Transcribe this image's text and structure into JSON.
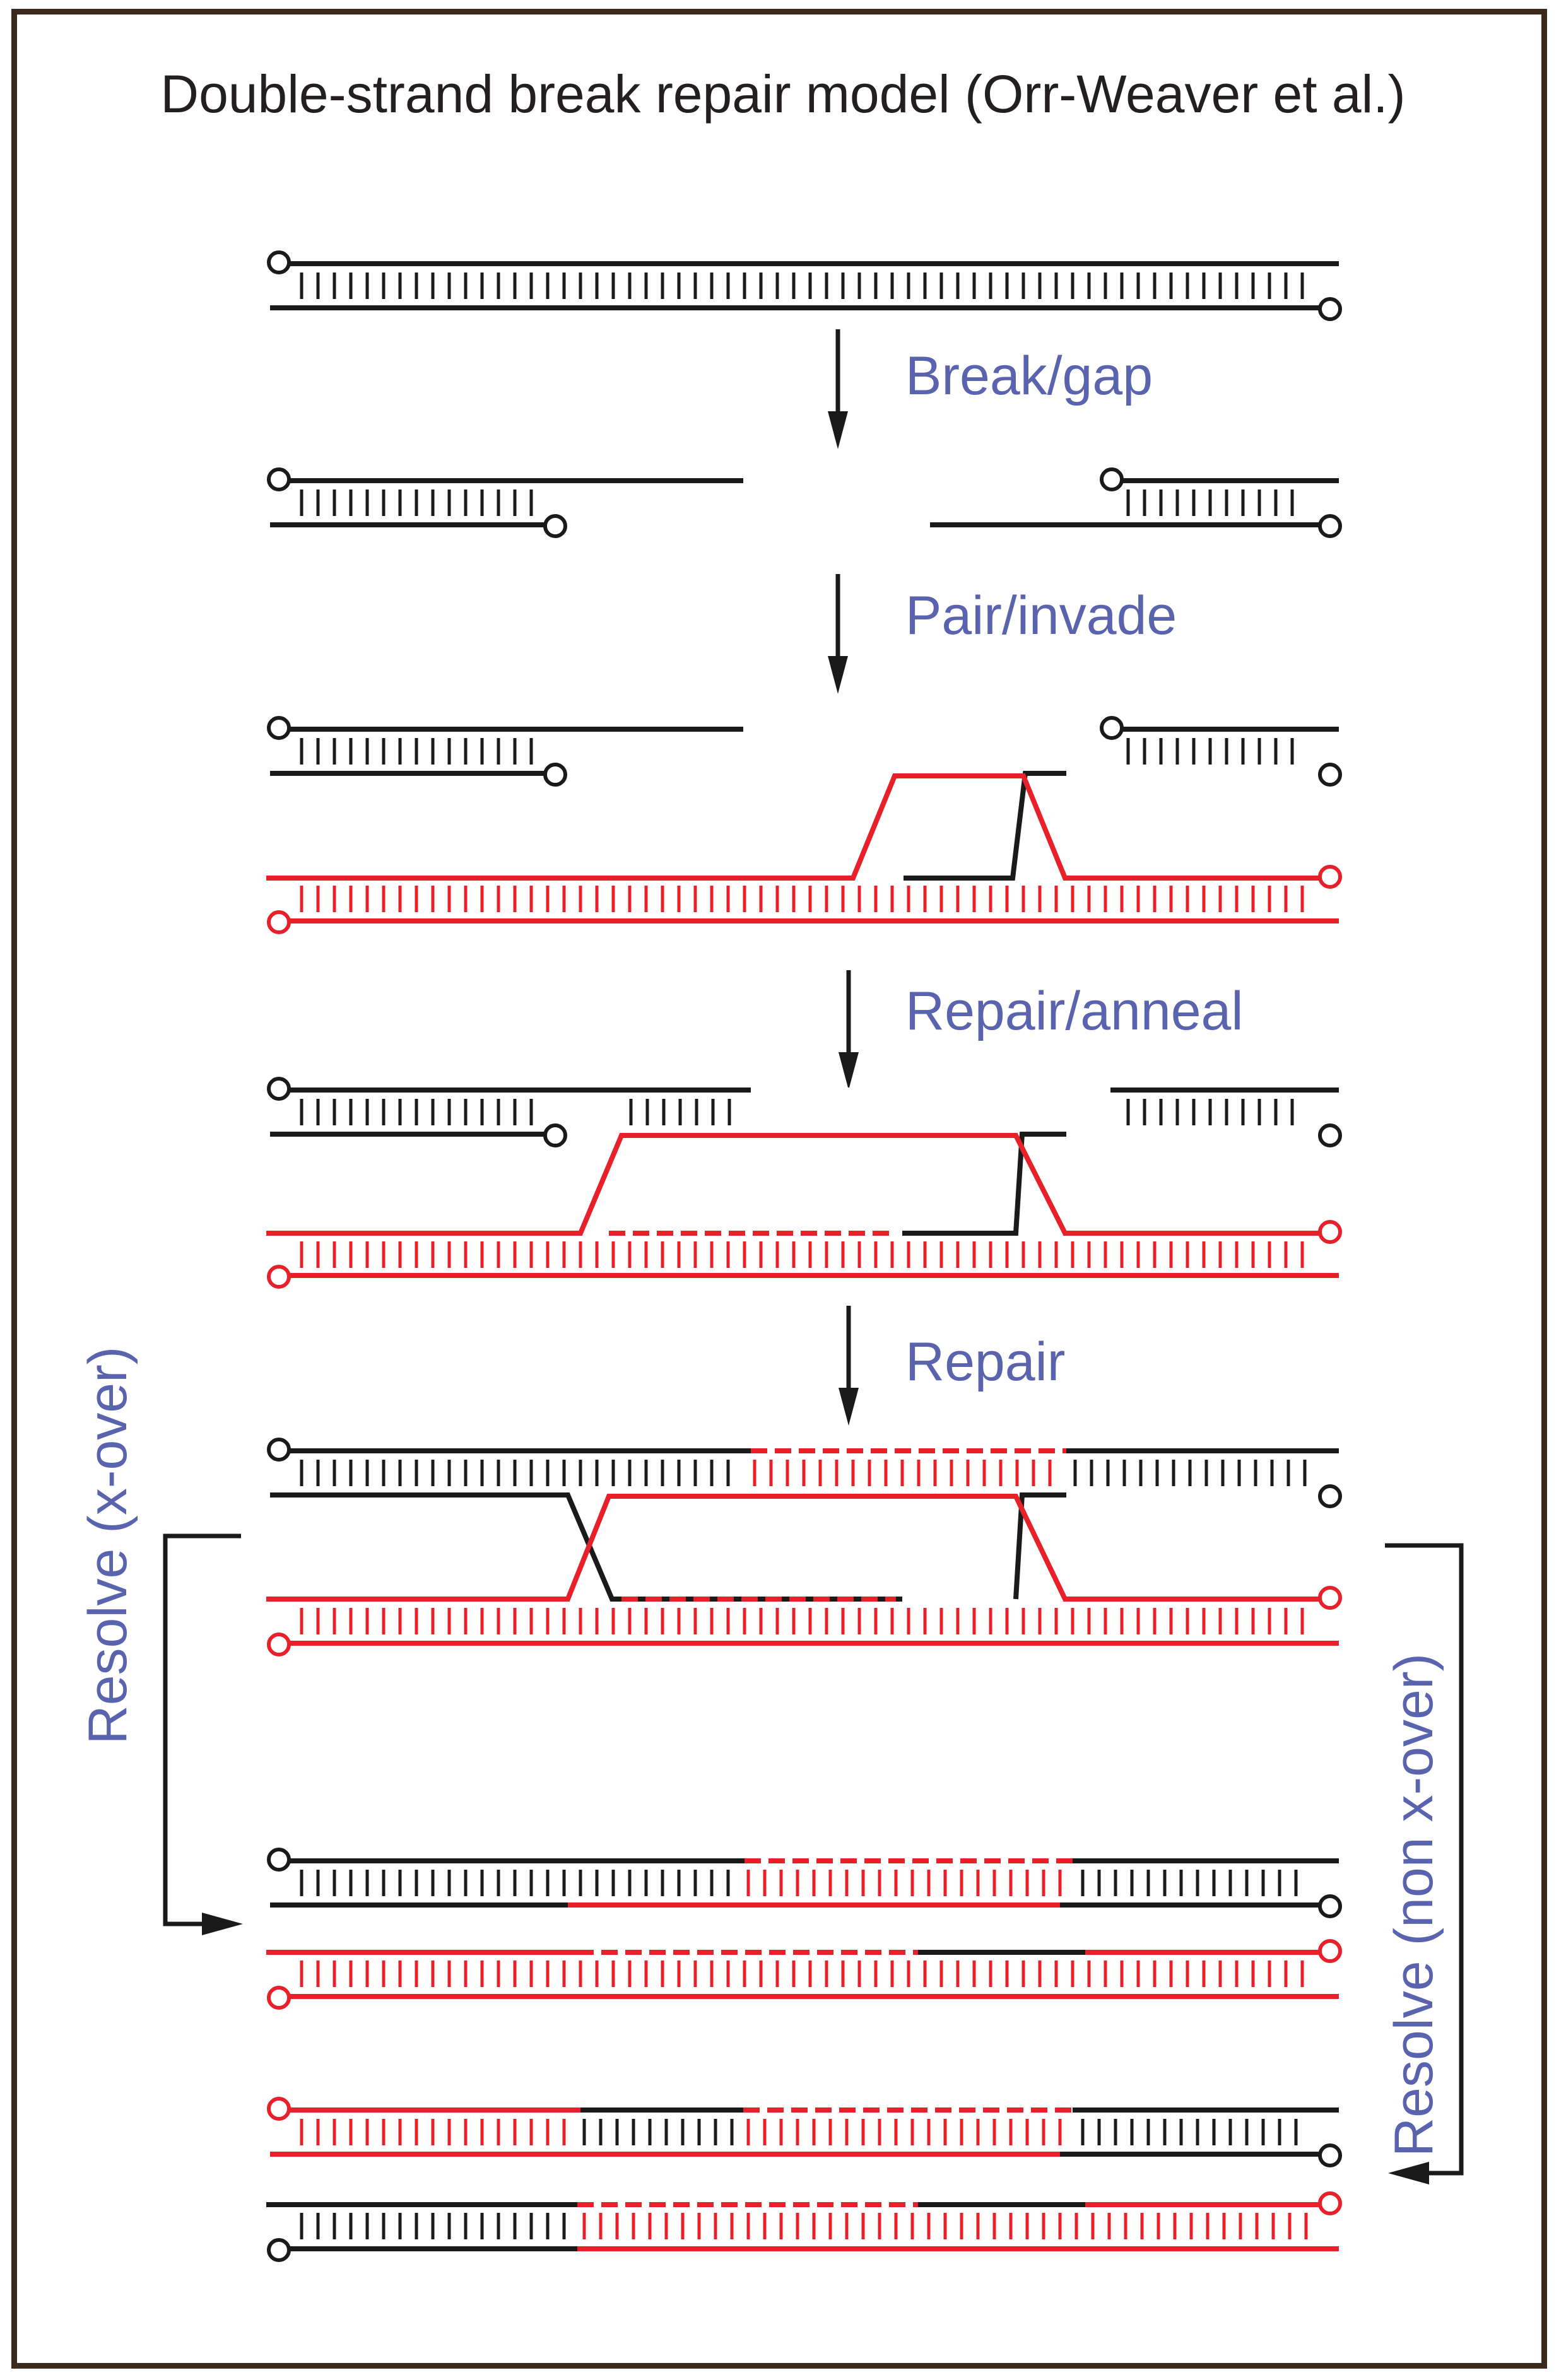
{
  "title": "Double-strand break repair model (Orr-Weaver et al.)",
  "steps": {
    "break": "Break/gap",
    "pair": "Pair/invade",
    "anneal": "Repair/anneal",
    "repair": "Repair",
    "resolve_x": "Resolve (x-over)",
    "resolve_non": "Resolve (non x-over)"
  },
  "colors": {
    "black_strand": "#1a1a1a",
    "red_strand": "#e8202a",
    "label_blue": "#5a63ad",
    "frame": "#3a2a1e"
  }
}
